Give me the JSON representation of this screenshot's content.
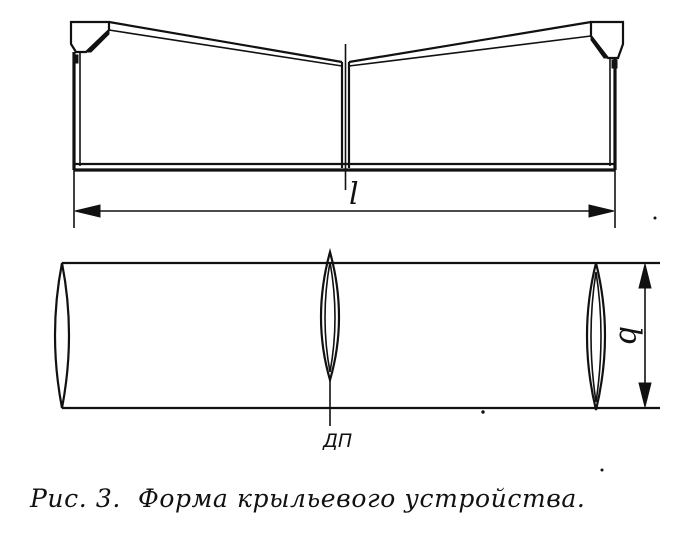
{
  "diagram": {
    "top_view": {
      "dimension_label": "l"
    },
    "plan_view": {
      "dimension_label": "b",
      "centerline_label": "ДП"
    }
  },
  "caption": {
    "prefix": "Рис. 3.",
    "text": "Форма крыльевого устройства."
  }
}
